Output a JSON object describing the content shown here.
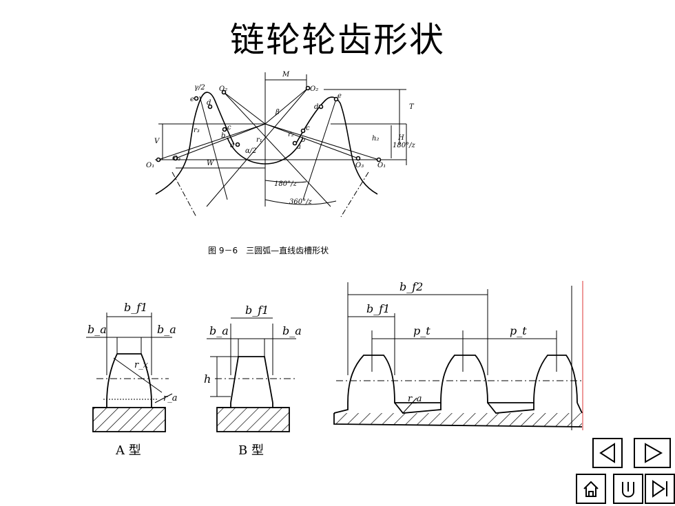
{
  "slide": {
    "title": "链轮轮齿形状",
    "figure_caption": "图 9－6　三圆弧—直线齿槽形状",
    "profile_a_caption": "A 型",
    "profile_b_caption": "B 型"
  },
  "upper_figure_labels": {
    "M": "M",
    "T": "T",
    "H": "H",
    "V": "V",
    "W": "W",
    "gamma_half": "γ/2",
    "beta": "β",
    "alpha_half": "α/2",
    "o1": "O₁",
    "o2": "O₂",
    "o3": "O₃",
    "angle_180_z_right": "180°/z",
    "angle_180_z": "180°/z",
    "angle_360_z": "360°/z",
    "point_e": "e",
    "point_d": "d",
    "point_c": "c",
    "point_b": "b",
    "point_a": "a",
    "r1": "r₁",
    "r3": "r₃",
    "r2": "r₂",
    "h2": "h₂"
  },
  "lower_figure_labels": {
    "bf1": "b_f1",
    "bf2": "b_f2",
    "ba": "b_a",
    "pt": "p_t",
    "h": "h",
    "rx": "r_x",
    "ra": "r_a"
  },
  "navigation": {
    "prev_icon": "triangle-left-icon",
    "next_icon": "triangle-right-icon",
    "home_icon": "home-icon",
    "return_icon": "u-turn-icon",
    "end_icon": "last-page-icon"
  }
}
